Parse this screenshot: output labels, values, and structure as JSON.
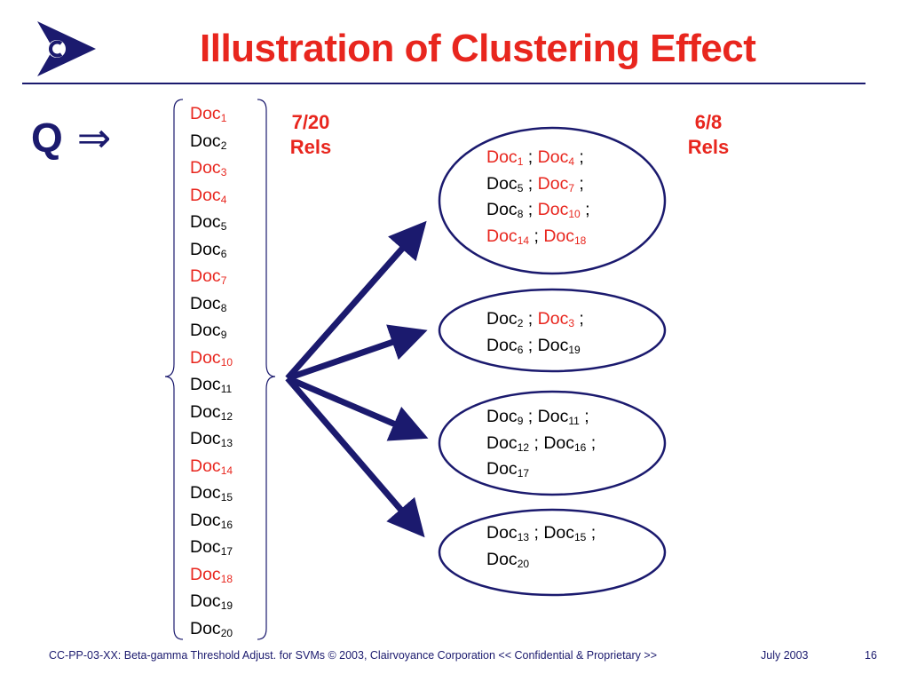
{
  "title": "Illustration of Clustering Effect",
  "query": {
    "label": "Q",
    "arrow": "⇒"
  },
  "colors": {
    "relevant": "#e8261e",
    "nonrelevant": "#000000",
    "accent": "#1b1a6e",
    "title": "#e8261e"
  },
  "ranked_docs": [
    {
      "label": "Doc",
      "sub": "1",
      "relevant": true
    },
    {
      "label": "Doc",
      "sub": "2",
      "relevant": false
    },
    {
      "label": "Doc",
      "sub": "3",
      "relevant": true
    },
    {
      "label": "Doc",
      "sub": "4",
      "relevant": true
    },
    {
      "label": "Doc",
      "sub": "5",
      "relevant": false
    },
    {
      "label": "Doc",
      "sub": "6",
      "relevant": false
    },
    {
      "label": "Doc",
      "sub": "7",
      "relevant": true
    },
    {
      "label": "Doc",
      "sub": "8",
      "relevant": false
    },
    {
      "label": "Doc",
      "sub": "9",
      "relevant": false
    },
    {
      "label": "Doc",
      "sub": "10",
      "relevant": true
    },
    {
      "label": "Doc",
      "sub": "11",
      "relevant": false
    },
    {
      "label": "Doc",
      "sub": "12",
      "relevant": false
    },
    {
      "label": "Doc",
      "sub": "13",
      "relevant": false
    },
    {
      "label": "Doc",
      "sub": "14",
      "relevant": true
    },
    {
      "label": "Doc",
      "sub": "15",
      "relevant": false
    },
    {
      "label": "Doc",
      "sub": "16",
      "relevant": false
    },
    {
      "label": "Doc",
      "sub": "17",
      "relevant": false
    },
    {
      "label": "Doc",
      "sub": "18",
      "relevant": true
    },
    {
      "label": "Doc",
      "sub": "19",
      "relevant": false
    },
    {
      "label": "Doc",
      "sub": "20",
      "relevant": false
    }
  ],
  "ratios": {
    "list": {
      "value": "7/20",
      "label": "Rels"
    },
    "top_cluster": {
      "value": "6/8",
      "label": "Rels"
    }
  },
  "clusters": [
    {
      "lines": [
        [
          {
            "sub": "1",
            "relevant": true
          },
          {
            "sub": "4",
            "relevant": true
          }
        ],
        [
          {
            "sub": "5",
            "relevant": false
          },
          {
            "sub": "7",
            "relevant": true
          }
        ],
        [
          {
            "sub": "8",
            "relevant": false
          },
          {
            "sub": "10",
            "relevant": true
          }
        ],
        [
          {
            "sub": "14",
            "relevant": true
          },
          {
            "sub": "18",
            "relevant": true
          }
        ]
      ]
    },
    {
      "lines": [
        [
          {
            "sub": "2",
            "relevant": false
          },
          {
            "sub": "3",
            "relevant": true
          }
        ],
        [
          {
            "sub": "6",
            "relevant": false
          },
          {
            "sub": "19",
            "relevant": false
          }
        ]
      ]
    },
    {
      "lines": [
        [
          {
            "sub": "9",
            "relevant": false
          },
          {
            "sub": "11",
            "relevant": false
          }
        ],
        [
          {
            "sub": "12",
            "relevant": false
          },
          {
            "sub": "16",
            "relevant": false
          }
        ],
        [
          {
            "sub": "17",
            "relevant": false
          }
        ]
      ]
    },
    {
      "lines": [
        [
          {
            "sub": "13",
            "relevant": false
          },
          {
            "sub": "15",
            "relevant": false
          }
        ],
        [
          {
            "sub": "20",
            "relevant": false
          }
        ]
      ]
    }
  ],
  "footer": {
    "left": "CC-PP-03-XX: Beta-gamma Threshold Adjust. for SVMs © 2003, Clairvoyance Corporation  << Confidential & Proprietary >>",
    "date": "July 2003",
    "page": "16"
  }
}
